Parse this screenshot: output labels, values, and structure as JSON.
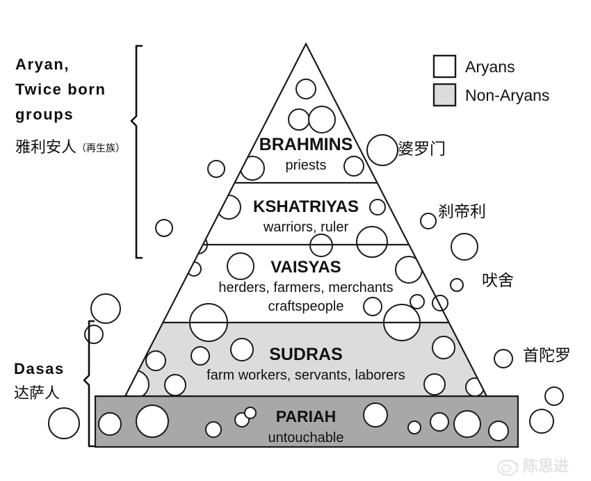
{
  "figure": {
    "title": "Indian caste system pyramid",
    "watermark": "陈思进",
    "watermark_icon": "weibo-icon"
  },
  "legend": {
    "position": "top-right",
    "items": [
      {
        "label": "Aryans",
        "swatch": "#ffffff",
        "border": "#1a1a1a"
      },
      {
        "label": "Non-Aryans",
        "swatch": "#dcdcdc",
        "border": "#1a1a1a"
      }
    ]
  },
  "left_labels": [
    {
      "id": "aryan-group",
      "en_lines": [
        "Aryan,",
        "Twice born",
        "groups"
      ],
      "zh": "雅利安人",
      "zh_note": "（再生族）"
    },
    {
      "id": "dasas-group",
      "en_lines": [
        "Dasas"
      ],
      "zh": "达萨人",
      "zh_note": ""
    }
  ],
  "right_labels": [
    {
      "id": "brahmins-zh",
      "zh": "婆罗门"
    },
    {
      "id": "kshatriyas-zh",
      "zh": "刹帝利"
    },
    {
      "id": "vaisyas-zh",
      "zh": "吠舍"
    },
    {
      "id": "sudras-zh",
      "zh": "首陀罗"
    }
  ],
  "tiers": [
    {
      "id": "brahmins",
      "title": "BRAHMINS",
      "subtitle_lines": [
        "priests"
      ],
      "fill": "#ffffff",
      "group": "Aryans"
    },
    {
      "id": "kshatriyas",
      "title": "KSHATRIYAS",
      "subtitle_lines": [
        "warriors, ruler"
      ],
      "fill": "#ffffff",
      "group": "Aryans"
    },
    {
      "id": "vaisyas",
      "title": "VAISYAS",
      "subtitle_lines": [
        "herders, farmers, merchants",
        "craftspeople"
      ],
      "fill": "#ffffff",
      "group": "Aryans"
    },
    {
      "id": "sudras",
      "title": "SUDRAS",
      "subtitle_lines": [
        "farm workers, servants, laborers"
      ],
      "fill": "#dcdcdc",
      "group": "Non-Aryans"
    },
    {
      "id": "pariah",
      "title": "PARIAH",
      "subtitle_lines": [
        "untouchable"
      ],
      "fill": "#a8a8a8",
      "group": "Non-Aryans"
    }
  ],
  "chart_data": {
    "type": "pyramid",
    "title": "Indian caste system pyramid",
    "levels": [
      {
        "rank": 1,
        "name": "BRAHMINS",
        "description": "priests",
        "group": "Aryans",
        "zh": "婆罗门",
        "fill": "#ffffff"
      },
      {
        "rank": 2,
        "name": "KSHATRIYAS",
        "description": "warriors, ruler",
        "group": "Aryans",
        "zh": "刹帝利",
        "fill": "#ffffff"
      },
      {
        "rank": 3,
        "name": "VAISYAS",
        "description": "herders, farmers, merchants craftspeople",
        "group": "Aryans",
        "zh": "吠舍",
        "fill": "#ffffff"
      },
      {
        "rank": 4,
        "name": "SUDRAS",
        "description": "farm workers, servants, laborers",
        "group": "Non-Aryans",
        "zh": "首陀罗",
        "fill": "#dcdcdc"
      },
      {
        "rank": 5,
        "name": "PARIAH",
        "description": "untouchable",
        "group": "Non-Aryans",
        "zh": "",
        "fill": "#a8a8a8"
      }
    ],
    "groups": [
      {
        "name": "Aryans",
        "zh": "雅利安人（再生族）",
        "en_long": "Aryan, Twice born groups",
        "levels": [
          "BRAHMINS",
          "KSHATRIYAS",
          "VAISYAS"
        ]
      },
      {
        "name": "Non-Aryans",
        "zh": "达萨人",
        "en_long": "Dasas",
        "levels": [
          "SUDRAS",
          "PARIAH"
        ]
      }
    ],
    "legend": [
      "Aryans",
      "Non-Aryans"
    ],
    "grid": false
  }
}
